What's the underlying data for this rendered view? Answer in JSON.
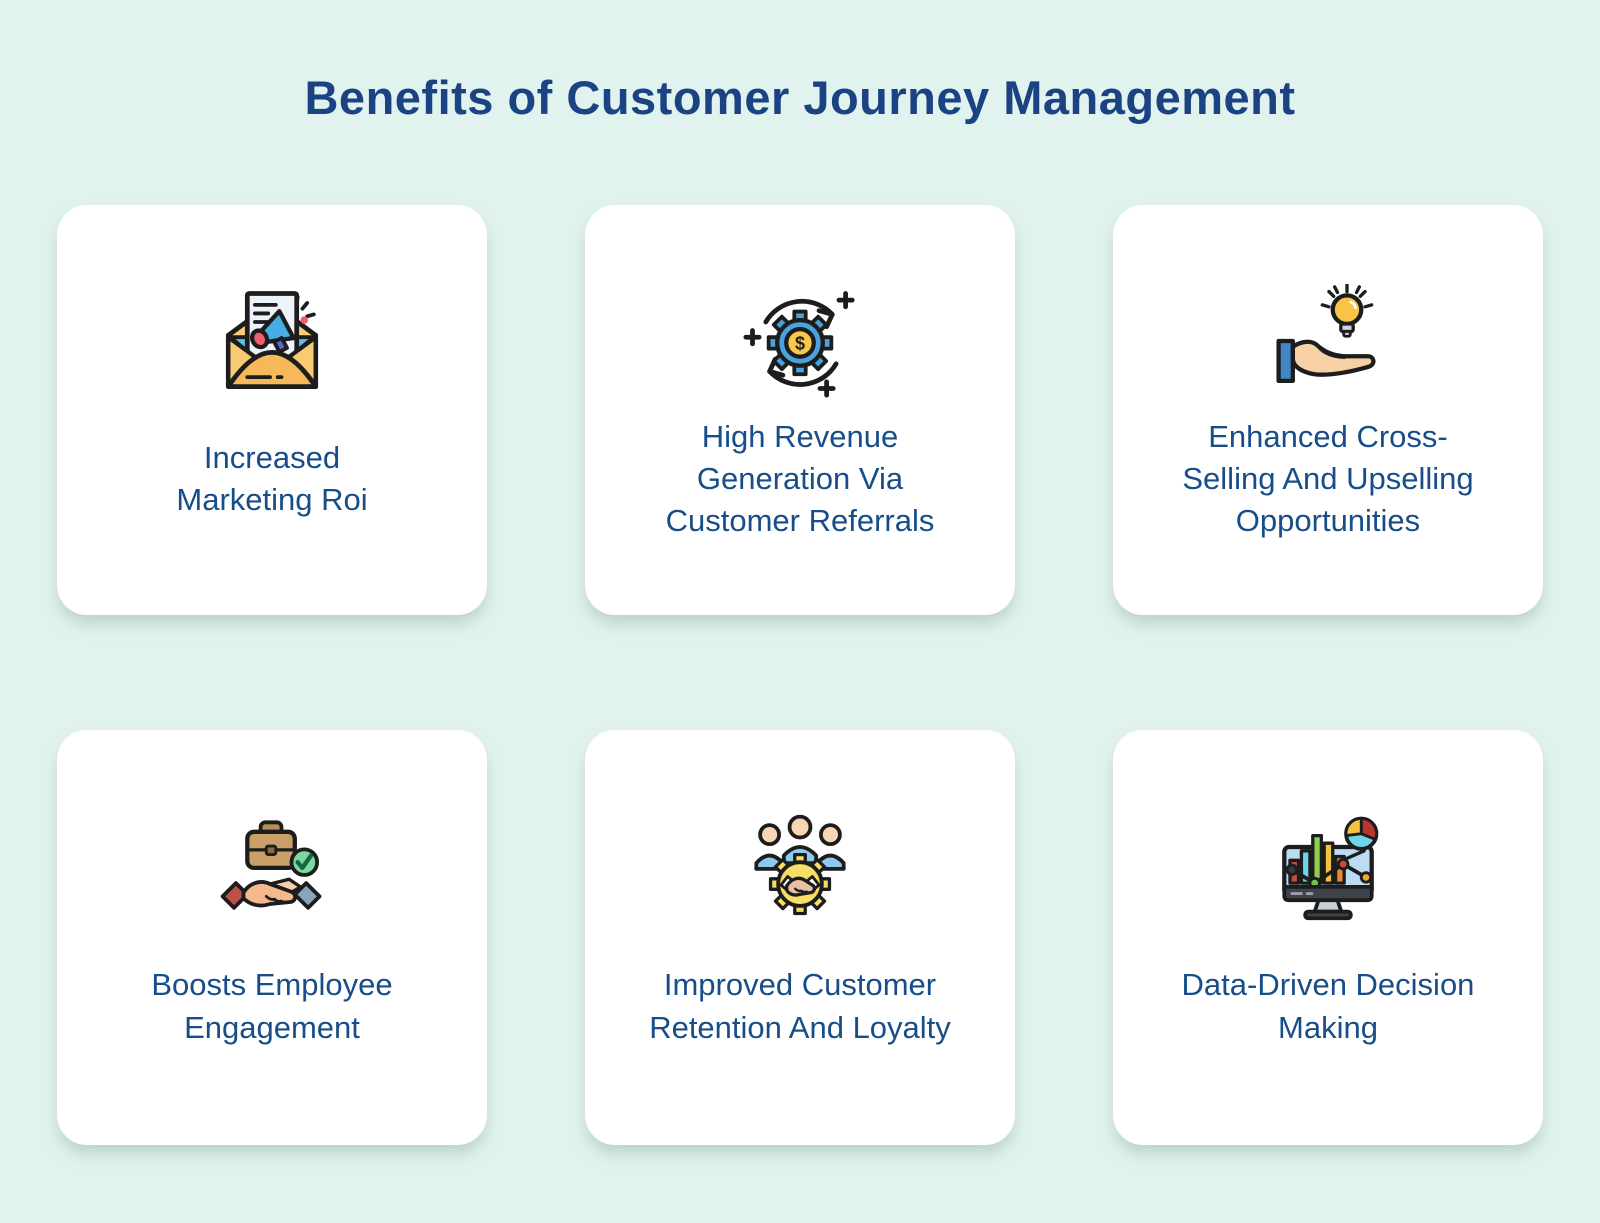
{
  "page": {
    "title": "Benefits of Customer Journey Management"
  },
  "palette": {
    "background": "#e1f3ef",
    "card_background": "#ffffff",
    "title_color": "#1b4383",
    "label_color": "#174d89",
    "card_shadow": "rgba(125,156,148,0.40)"
  },
  "cards": [
    {
      "icon": "email-megaphone-icon",
      "label": "Increased\nMarketing Roi"
    },
    {
      "icon": "revenue-gear-icon",
      "label": "High Revenue\nGeneration Via\nCustomer Referrals"
    },
    {
      "icon": "hand-lightbulb-icon",
      "label": "Enhanced Cross-\nSelling And Upselling\nOpportunities"
    },
    {
      "icon": "briefcase-handshake-icon",
      "label": "Boosts Employee\nEngagement"
    },
    {
      "icon": "team-gear-handshake-icon",
      "label": "Improved Customer\nRetention And Loyalty"
    },
    {
      "icon": "analytics-monitor-icon",
      "label": "Data-Driven Decision\nMaking"
    }
  ]
}
